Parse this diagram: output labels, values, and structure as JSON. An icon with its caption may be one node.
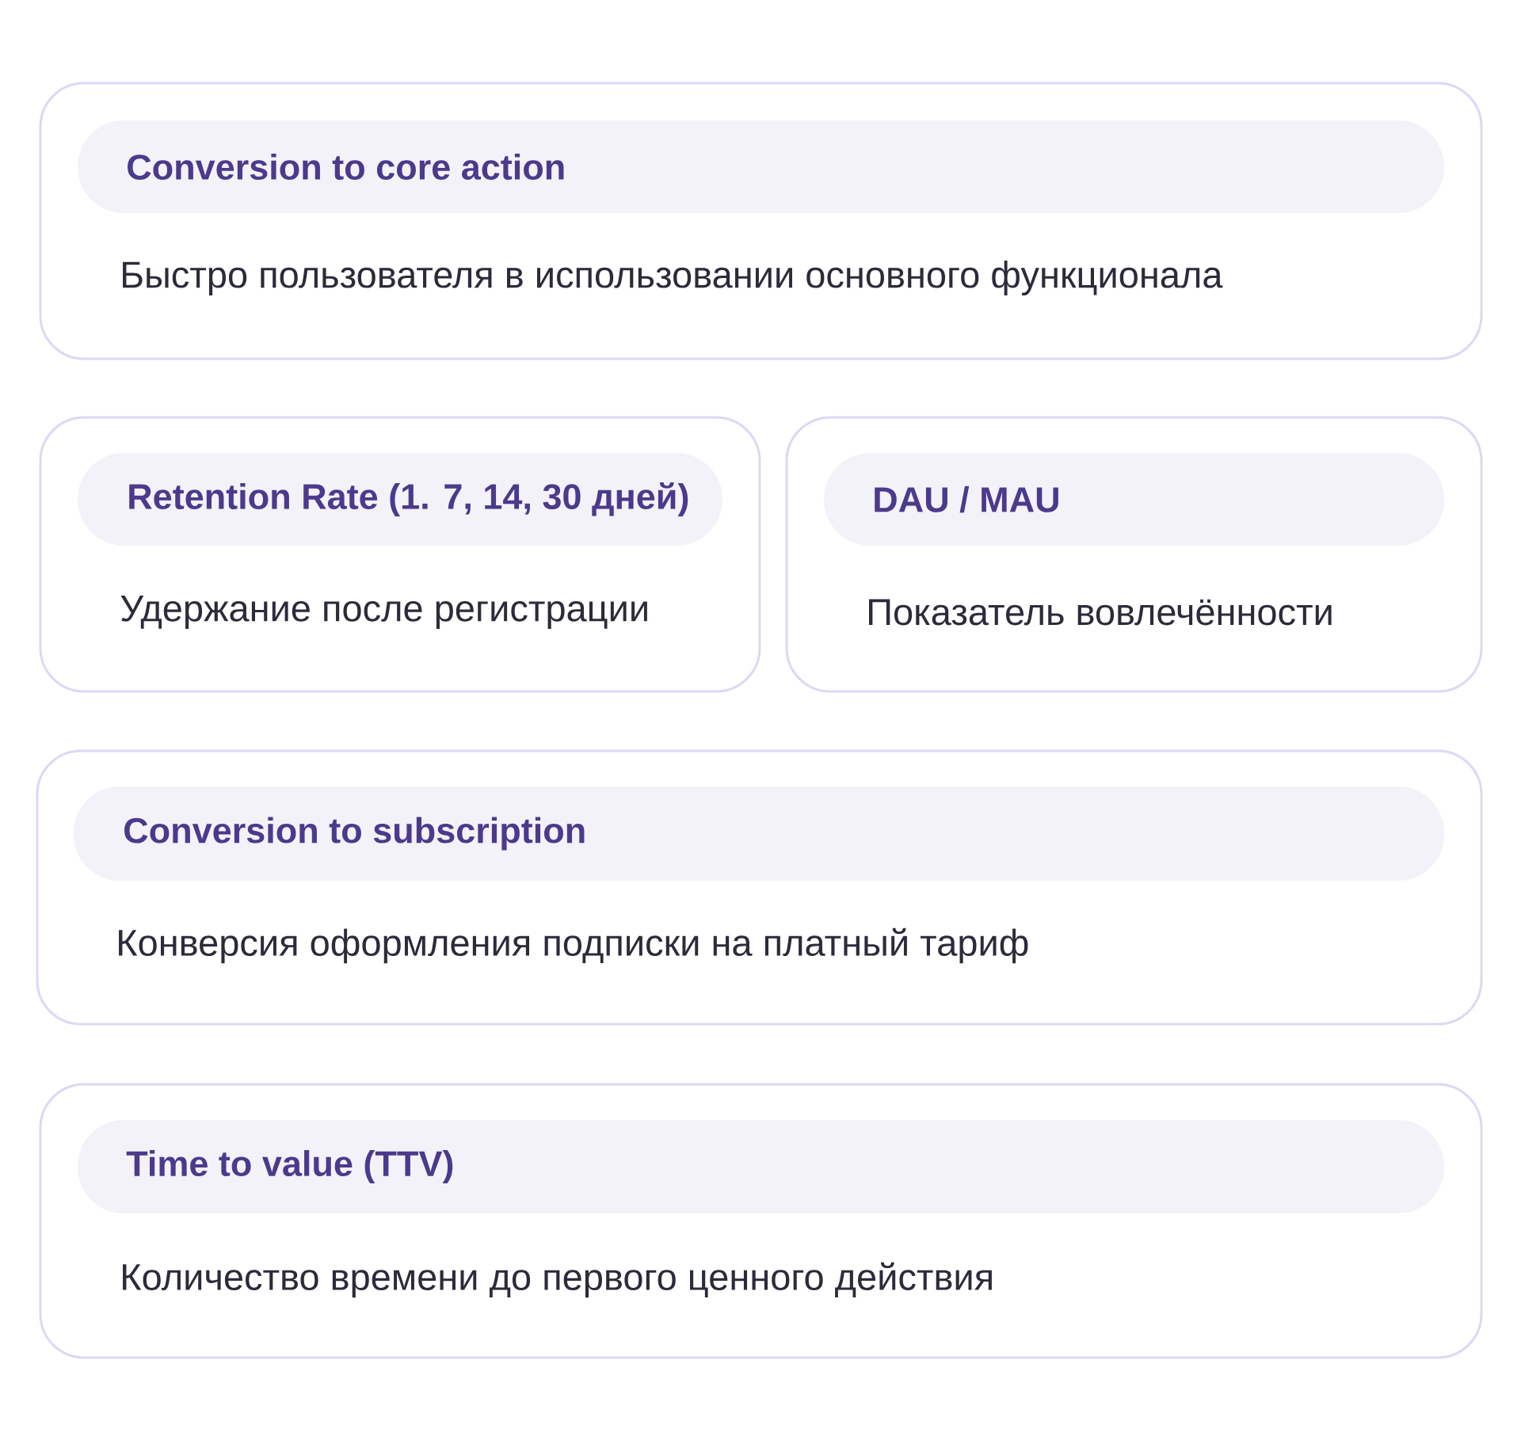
{
  "diagram": {
    "nodes": [
      {
        "text": [
          "Быстро пользователя в использовании основного функционала"
        ]
      },
      {
        "text": [
          "Conversion to core action"
        ],
        "in": 0
      },
      {
        "text": [
          "Удержание после регистрации"
        ]
      },
      {
        "text": [
          "Retention Rate (1. 7, 14, 30 дней)"
        ],
        "in": 2
      },
      {
        "text": [
          "Показатель вовлечённости"
        ]
      },
      {
        "text": [
          "DAU / MAU"
        ],
        "in": 4
      },
      {
        "text": [
          "Конверсия оформления подписки на платный тариф"
        ]
      },
      {
        "text": [
          "Conversion to subscription"
        ],
        "in": 6
      },
      {
        "text": [
          "Количество времени до первого ценного действия"
        ]
      },
      {
        "text": [
          "Time to value (TTV)"
        ],
        "in": 8
      }
    ],
    "edges": []
  }
}
